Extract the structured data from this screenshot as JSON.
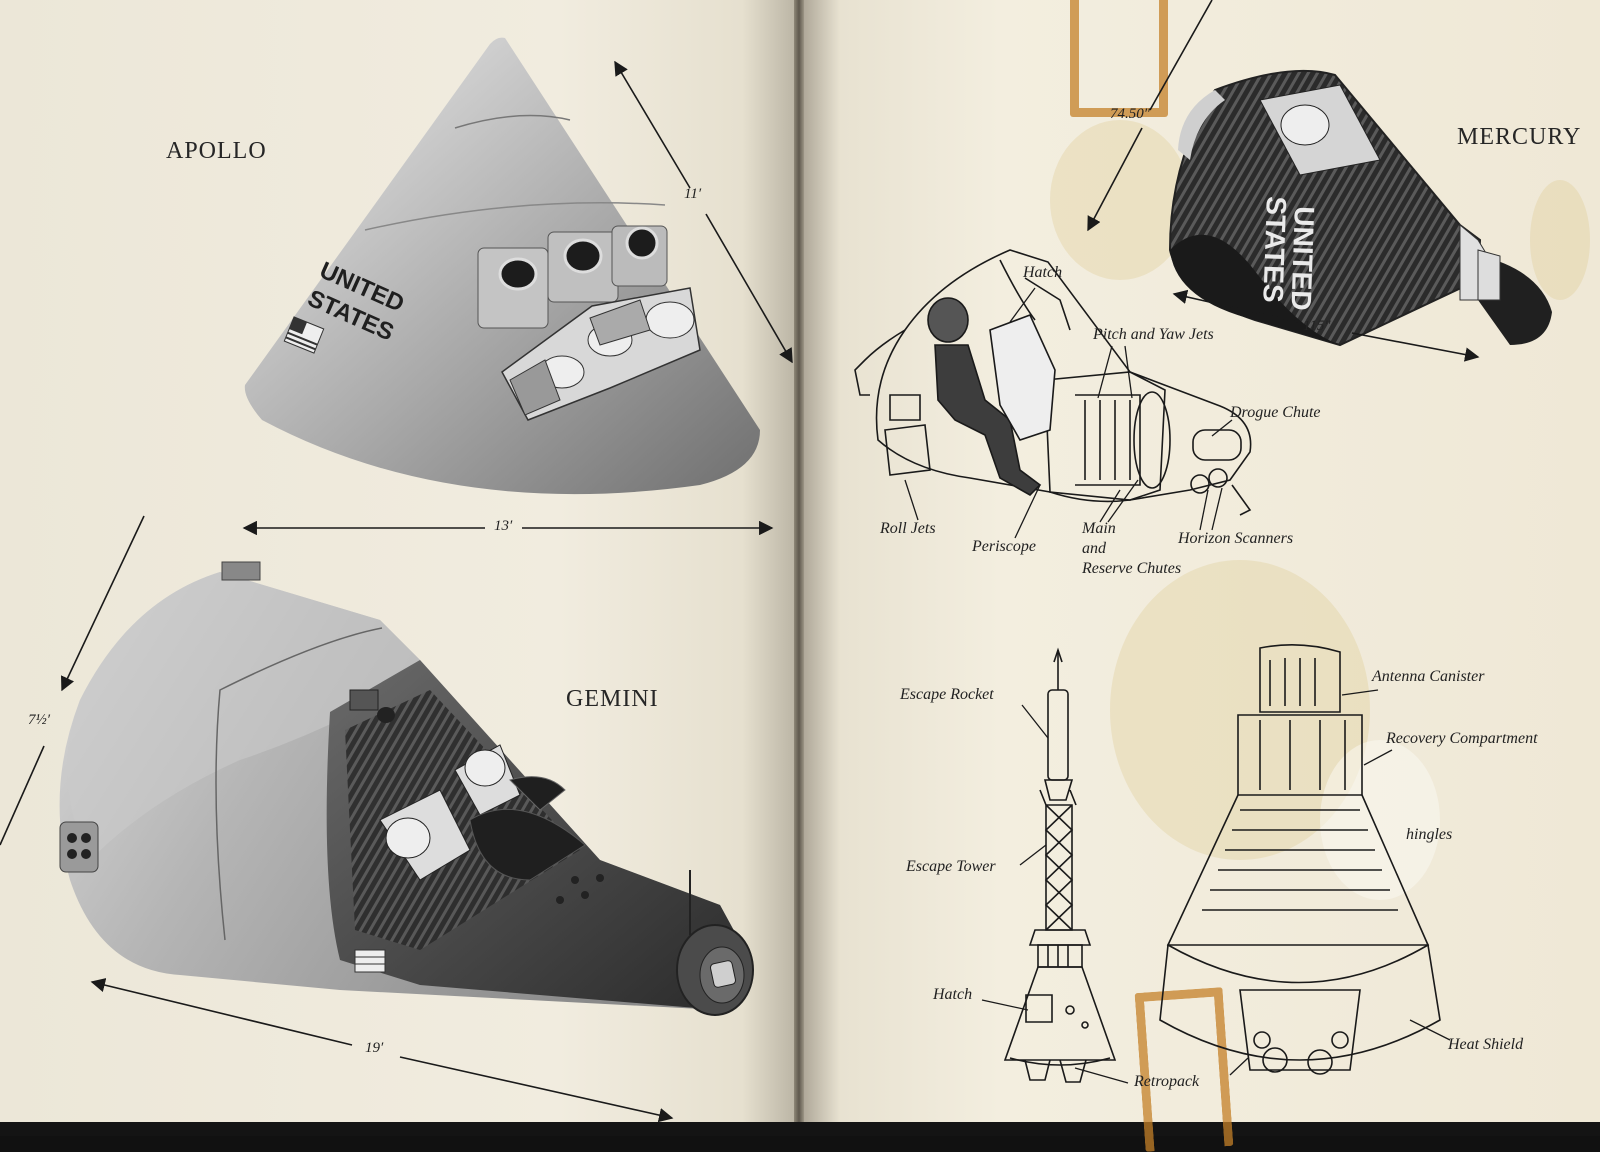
{
  "left_page": {
    "apollo": {
      "title": "APOLLO",
      "height_dim": "11′",
      "width_dim": "13′",
      "hull_text": [
        "UNITED",
        "STATES"
      ]
    },
    "gemini": {
      "title": "GEMINI",
      "height_dim": "7½′",
      "length_dim": "19′"
    }
  },
  "right_page": {
    "mercury": {
      "title": "MERCURY",
      "diameter_dim": "74.50″",
      "length_dim": "115″",
      "hull_text": [
        "UNITED",
        "STATES"
      ]
    },
    "cutaway_labels": {
      "hatch": "Hatch",
      "pitch_yaw": "Pitch and Yaw Jets",
      "drogue": "Drogue Chute",
      "roll": "Roll Jets",
      "periscope": "Periscope",
      "main1": "Main",
      "main2": "and",
      "main3": "Reserve Chutes",
      "horizon": "Horizon Scanners"
    },
    "exterior_labels": {
      "escape_rocket": "Escape Rocket",
      "escape_tower": "Escape Tower",
      "hatch": "Hatch",
      "retropack": "Retropack",
      "antenna": "Antenna Canister",
      "recovery": "Recovery Compartment",
      "shingles": "hingles",
      "heat_shield": "Heat Shield"
    }
  }
}
